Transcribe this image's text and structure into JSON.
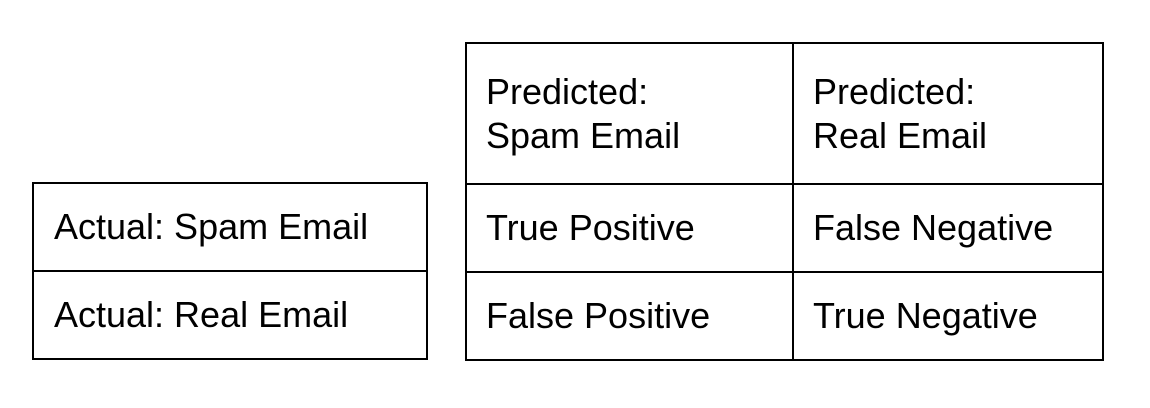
{
  "row_labels": [
    "Actual: Spam Email",
    "Actual: Real Email"
  ],
  "column_headers": [
    {
      "line1": "Predicted:",
      "line2": "Spam Email"
    },
    {
      "line1": "Predicted:",
      "line2": "Real Email"
    }
  ],
  "cells": [
    [
      "True Positive",
      "False Negative"
    ],
    [
      "False Positive",
      "True Negative"
    ]
  ]
}
